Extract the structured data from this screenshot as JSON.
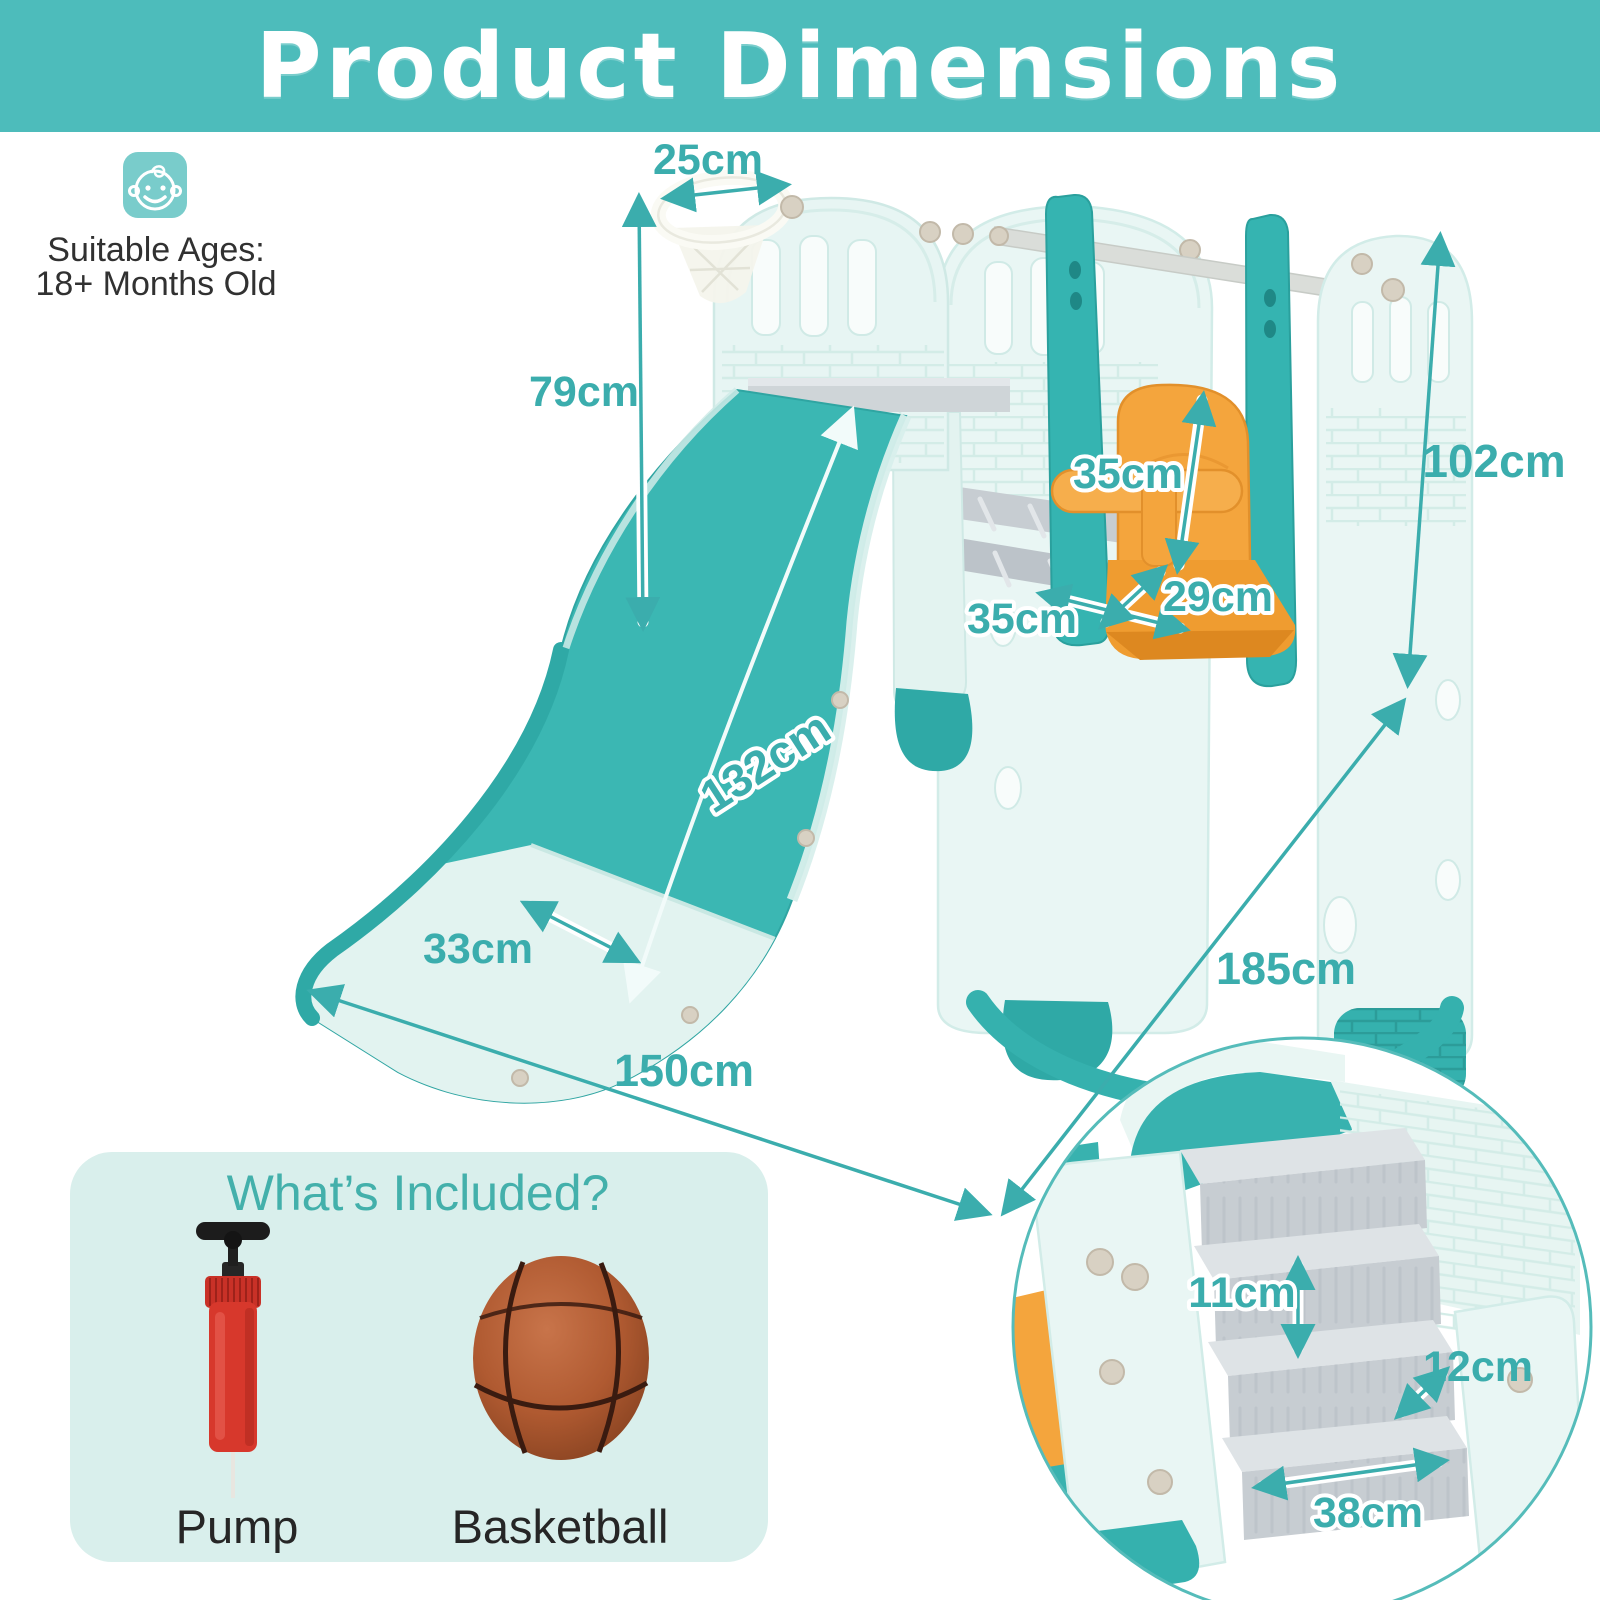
{
  "title": "Product Dimensions",
  "age": {
    "line1": "Suitable Ages:",
    "line2": "18+ Months Old"
  },
  "dimensions": {
    "hoop_width": "25cm",
    "slide_height": "79cm",
    "overall_height": "102cm",
    "seat_back_height": "35cm",
    "seat_width": "35cm",
    "seat_depth": "29cm",
    "slide_length": "132cm",
    "slide_width": "33cm",
    "base_width": "150cm",
    "base_depth": "185cm",
    "step_height": "11cm",
    "step_depth": "12cm",
    "step_width": "38cm"
  },
  "included": {
    "heading": "What’s Included?",
    "items": [
      {
        "name": "pump",
        "label": "Pump"
      },
      {
        "name": "basketball",
        "label": "Basketball"
      }
    ]
  },
  "colors": {
    "banner_bg": "#4DBCBB",
    "dimension_teal": "#3BADAD",
    "product_teal": "#3BB7B3",
    "product_mint": "#E7F5F3",
    "seat_orange": "#F4A53D",
    "included_bg": "#D9EFEC",
    "pump_red": "#D7382C",
    "ball_brown": "#A6542F",
    "text_dark": "#313131"
  }
}
